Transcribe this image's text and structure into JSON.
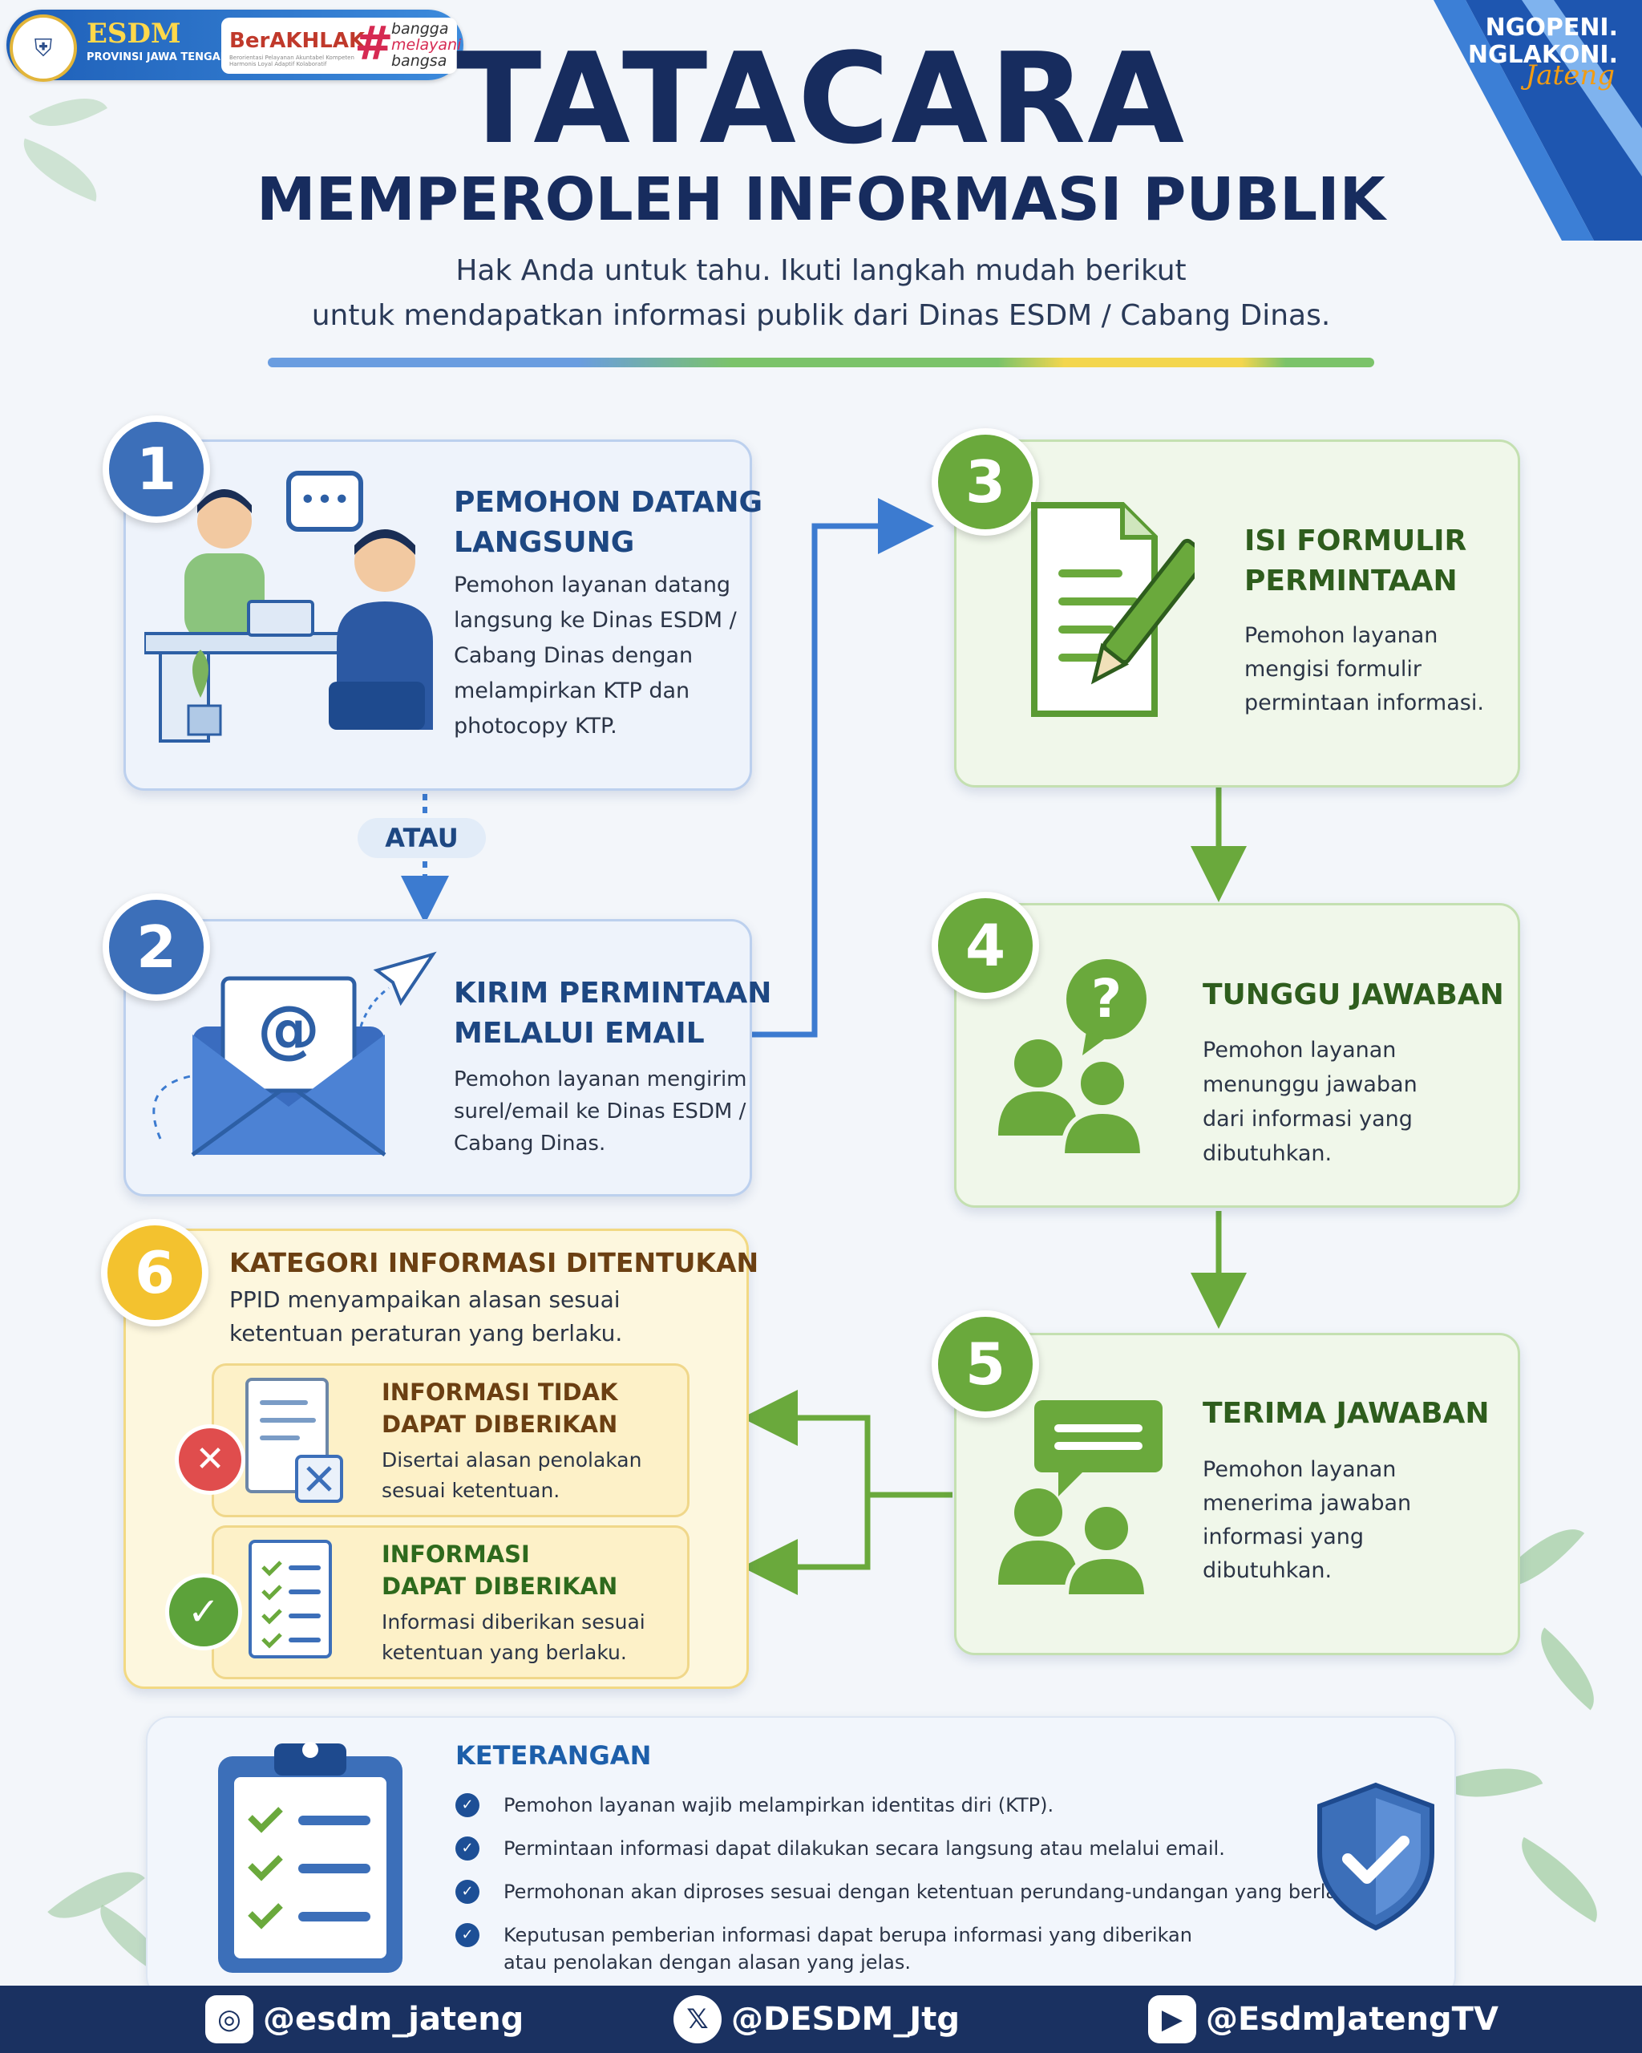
{
  "header": {
    "esdm_logo": "ESDM",
    "province": "PROVINSI JAWA TENGAH",
    "berakhlak": "BerAKHLAK",
    "berakhlak_sub": "Berorientasi Pelayanan Akuntabel Kompeten Harmonis Loyal Adaptif Kolaboratif",
    "bangga_line1": "bangga",
    "bangga_line2": "melayani",
    "bangga_line3": "bangsa",
    "slogan_line1": "NGOPENI.",
    "slogan_line2": "NGLAKONI.",
    "slogan_line3": "Jateng"
  },
  "title": "TATACARA",
  "subtitle": "MEMPEROLEH INFORMASI PUBLIK",
  "description_line1": "Hak Anda untuk tahu. Ikuti langkah mudah berikut",
  "description_line2": "untuk mendapatkan informasi publik dari Dinas ESDM / Cabang Dinas.",
  "steps": [
    {
      "number": "1",
      "title_line1": "PEMOHON DATANG",
      "title_line2": "LANGSUNG",
      "text": [
        "Pemohon layanan datang",
        "langsung ke Dinas ESDM /",
        "Cabang Dinas dengan",
        "melampirkan KTP dan",
        "photocopy KTP."
      ]
    },
    {
      "number": "2",
      "title_line1": "KIRIM PERMINTAAN",
      "title_line2": "MELALUI EMAIL",
      "text": [
        "Pemohon layanan mengirim",
        "surel/email ke Dinas ESDM /",
        "Cabang Dinas."
      ]
    },
    {
      "number": "3",
      "title_line1": "ISI FORMULIR",
      "title_line2": "PERMINTAAN",
      "text": [
        "Pemohon layanan",
        "mengisi formulir",
        "permintaan informasi."
      ]
    },
    {
      "number": "4",
      "title_line1": "TUNGGU JAWABAN",
      "text": [
        "Pemohon layanan",
        "menunggu jawaban",
        "dari informasi yang",
        "dibutuhkan."
      ]
    },
    {
      "number": "5",
      "title_line1": "TERIMA JAWABAN",
      "text": [
        "Pemohon layanan",
        "menerima jawaban",
        "informasi yang",
        "dibutuhkan."
      ]
    },
    {
      "number": "6",
      "title_line1": "KATEGORI INFORMASI DITENTUKAN",
      "text": [
        "PPID menyampaikan alasan sesuai",
        "ketentuan peraturan yang berlaku."
      ]
    }
  ],
  "atau": "ATAU",
  "category": {
    "denied": {
      "title_line1": "INFORMASI TIDAK",
      "title_line2": "DAPAT DIBERIKAN",
      "text": [
        "Disertai alasan penolakan",
        "sesuai ketentuan."
      ]
    },
    "granted": {
      "title_line1": "INFORMASI",
      "title_line2": "DAPAT DIBERIKAN",
      "text": [
        "Informasi diberikan sesuai",
        "ketentuan yang berlaku."
      ]
    }
  },
  "keterangan": {
    "heading": "KETERANGAN",
    "items": [
      "Pemohon layanan wajib melampirkan identitas diri (KTP).",
      "Permintaan informasi dapat dilakukan secara langsung atau melalui email.",
      "Permohonan akan diproses sesuai dengan ketentuan perundang-undangan yang berlaku.",
      "Keputusan pemberian informasi dapat berupa informasi yang diberikan",
      "atau penolakan dengan alasan yang jelas."
    ]
  },
  "footer": {
    "instagram": "@esdm_jateng",
    "twitter": "@DESDM_Jtg",
    "youtube": "@EsdmJatengTV"
  },
  "icons": {
    "instagram": "instagram-icon",
    "twitter": "x-icon",
    "youtube": "youtube-icon"
  },
  "colors": {
    "navy": "#172c5e",
    "blue": "#3c6fb9",
    "green": "#6aa93c",
    "yellow": "#f3c22f",
    "footer": "#1a3161"
  }
}
